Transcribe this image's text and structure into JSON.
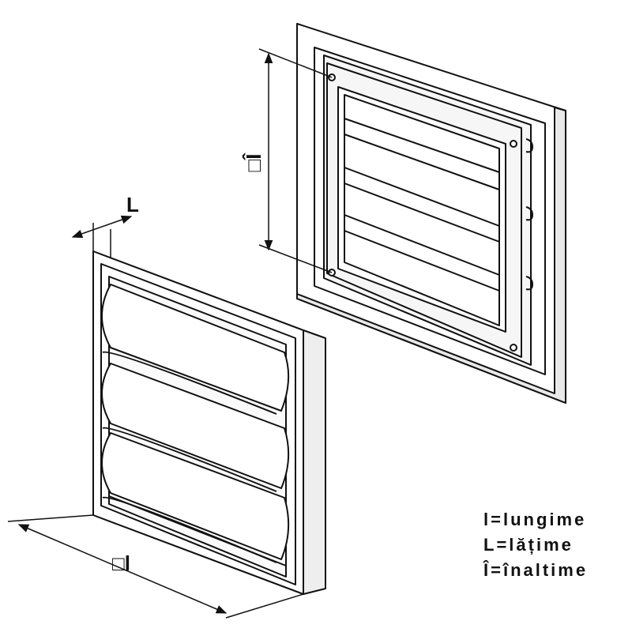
{
  "dimensions": {
    "length_symbol": "□l",
    "width_symbol": "L",
    "height_symbol": "□Î"
  },
  "legend": [
    "l=lungime",
    "L=lățime",
    "Î=înaltime"
  ]
}
